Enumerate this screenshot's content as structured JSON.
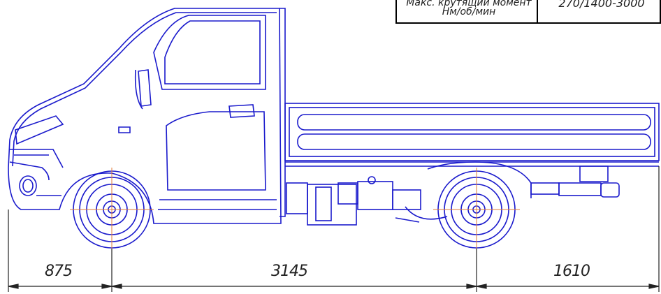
{
  "spec_table": {
    "label_line1": "Макс. крутящий момент",
    "label_line2": "Нм/об/мин",
    "value": "270/1400-3000"
  },
  "dimensions": {
    "front_overhang": "875",
    "wheelbase": "3145",
    "rear_overhang": "1610"
  },
  "colors": {
    "line": "#1a1acc",
    "centerline": "#e07b39",
    "dimension": "#222222"
  }
}
